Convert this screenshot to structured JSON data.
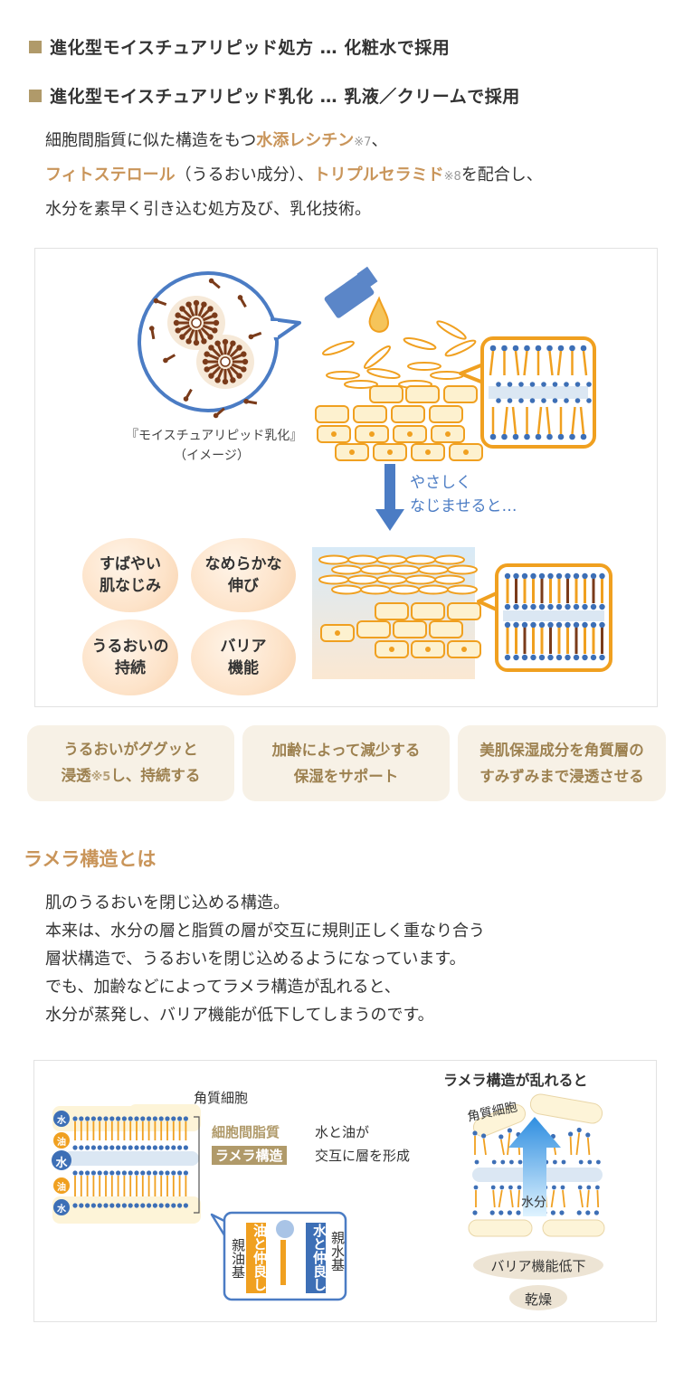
{
  "bullets": [
    "進化型モイスチュアリピッド処方 … 化粧水で採用",
    "進化型モイスチュアリピッド乳化 … 乳液／クリームで採用"
  ],
  "intro": {
    "line1_a": "細胞間脂質に似た構造をもつ",
    "line1_hl": "水添レシチン",
    "line1_note": "※7",
    "line1_b": "、",
    "line2_hl1": "フィトステロール",
    "line2_a": "（うるおい成分）、",
    "line2_hl2": "トリプルセラミド",
    "line2_note": "※8",
    "line2_b": "を配合し、",
    "line3": "水分を素早く引き込む処方及び、乳化技術。"
  },
  "figure1": {
    "caption_line1": "『モイスチュアリピッド乳化』",
    "caption_line2": "（イメージ）",
    "arrow_text_line1": "やさしく",
    "arrow_text_line2": "なじませると…",
    "benefits": [
      "すばやい\n肌なじみ",
      "なめらかな\n伸び",
      "うるおいの\n持続",
      "バリア\n機能"
    ]
  },
  "pills": [
    {
      "line1": "うるおいがググッと",
      "line2a": "浸透",
      "note": "※5",
      "line2b": "し、持続する"
    },
    {
      "line1": "加齢によって減少する",
      "line2a": "保湿をサポート",
      "note": "",
      "line2b": ""
    },
    {
      "line1": "美肌保湿成分を角質層の",
      "line2a": "すみずみまで浸透させる",
      "note": "",
      "line2b": ""
    }
  ],
  "lamella": {
    "title": "ラメラ構造とは",
    "paragraph": [
      "肌のうるおいを閉じ込める構造。",
      "本来は、水分の層と脂質の層が交互に規則正しく重なり合う",
      "層状構造で、うるおいを閉じ込めるようになっています。",
      "でも、加齢などによってラメラ構造が乱れると、",
      "水分が蒸発し、バリア機能が低下してしまうのです。"
    ]
  },
  "figure2": {
    "corneocyte_label": "角質細胞",
    "layer_labels": [
      "水",
      "油",
      "水",
      "油",
      "水"
    ],
    "intercellular_lipid": "細胞間脂質",
    "lamella_tag": "ラメラ構造",
    "desc_line1": "水と油が",
    "desc_line2": "交互に層を形成",
    "lipophilic_top": "油と仲良し",
    "lipophilic_side": "親油基",
    "hydrophilic_top": "水と仲良し",
    "hydrophilic_side": "親水基",
    "disrupted_title": "ラメラ構造が乱れると",
    "disrupted_corneocyte": "角質細胞",
    "water_label": "水分",
    "barrier_down": "バリア機能低下",
    "dry": "乾燥"
  },
  "colors": {
    "accent": "#c9955a",
    "bullet_square": "#b09a6a",
    "lipid_orange": "#f0a020",
    "head_blue": "#3d6fb6",
    "pill_bg": "#f7f1e6",
    "pill_text": "#9d8150"
  }
}
